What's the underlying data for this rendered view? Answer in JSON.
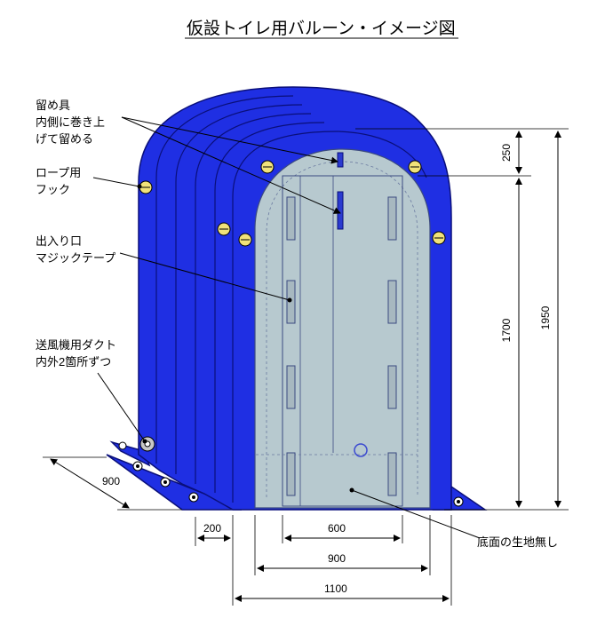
{
  "title": "仮設トイレ用バルーン・イメージ図",
  "callouts": {
    "clip": [
      "留め具",
      "内側に巻き上",
      "げて留める"
    ],
    "hook": [
      "ロープ用",
      "フック"
    ],
    "door": [
      "出入り口",
      "マジックテープ"
    ],
    "duct": [
      "送風機用ダクト",
      "内外2箇所ずつ"
    ],
    "floor": "底面の生地無し"
  },
  "dimensions": {
    "top_height": "250",
    "door_height": "1700",
    "total_height": "1950",
    "depth": "900",
    "wall_width": "200",
    "door_width": "600",
    "inner_width": "900",
    "outer_width": "1100"
  },
  "colors": {
    "balloon": "#1f2fe3",
    "inside": "#b7c9cf",
    "outline": "#0a0f7a"
  }
}
